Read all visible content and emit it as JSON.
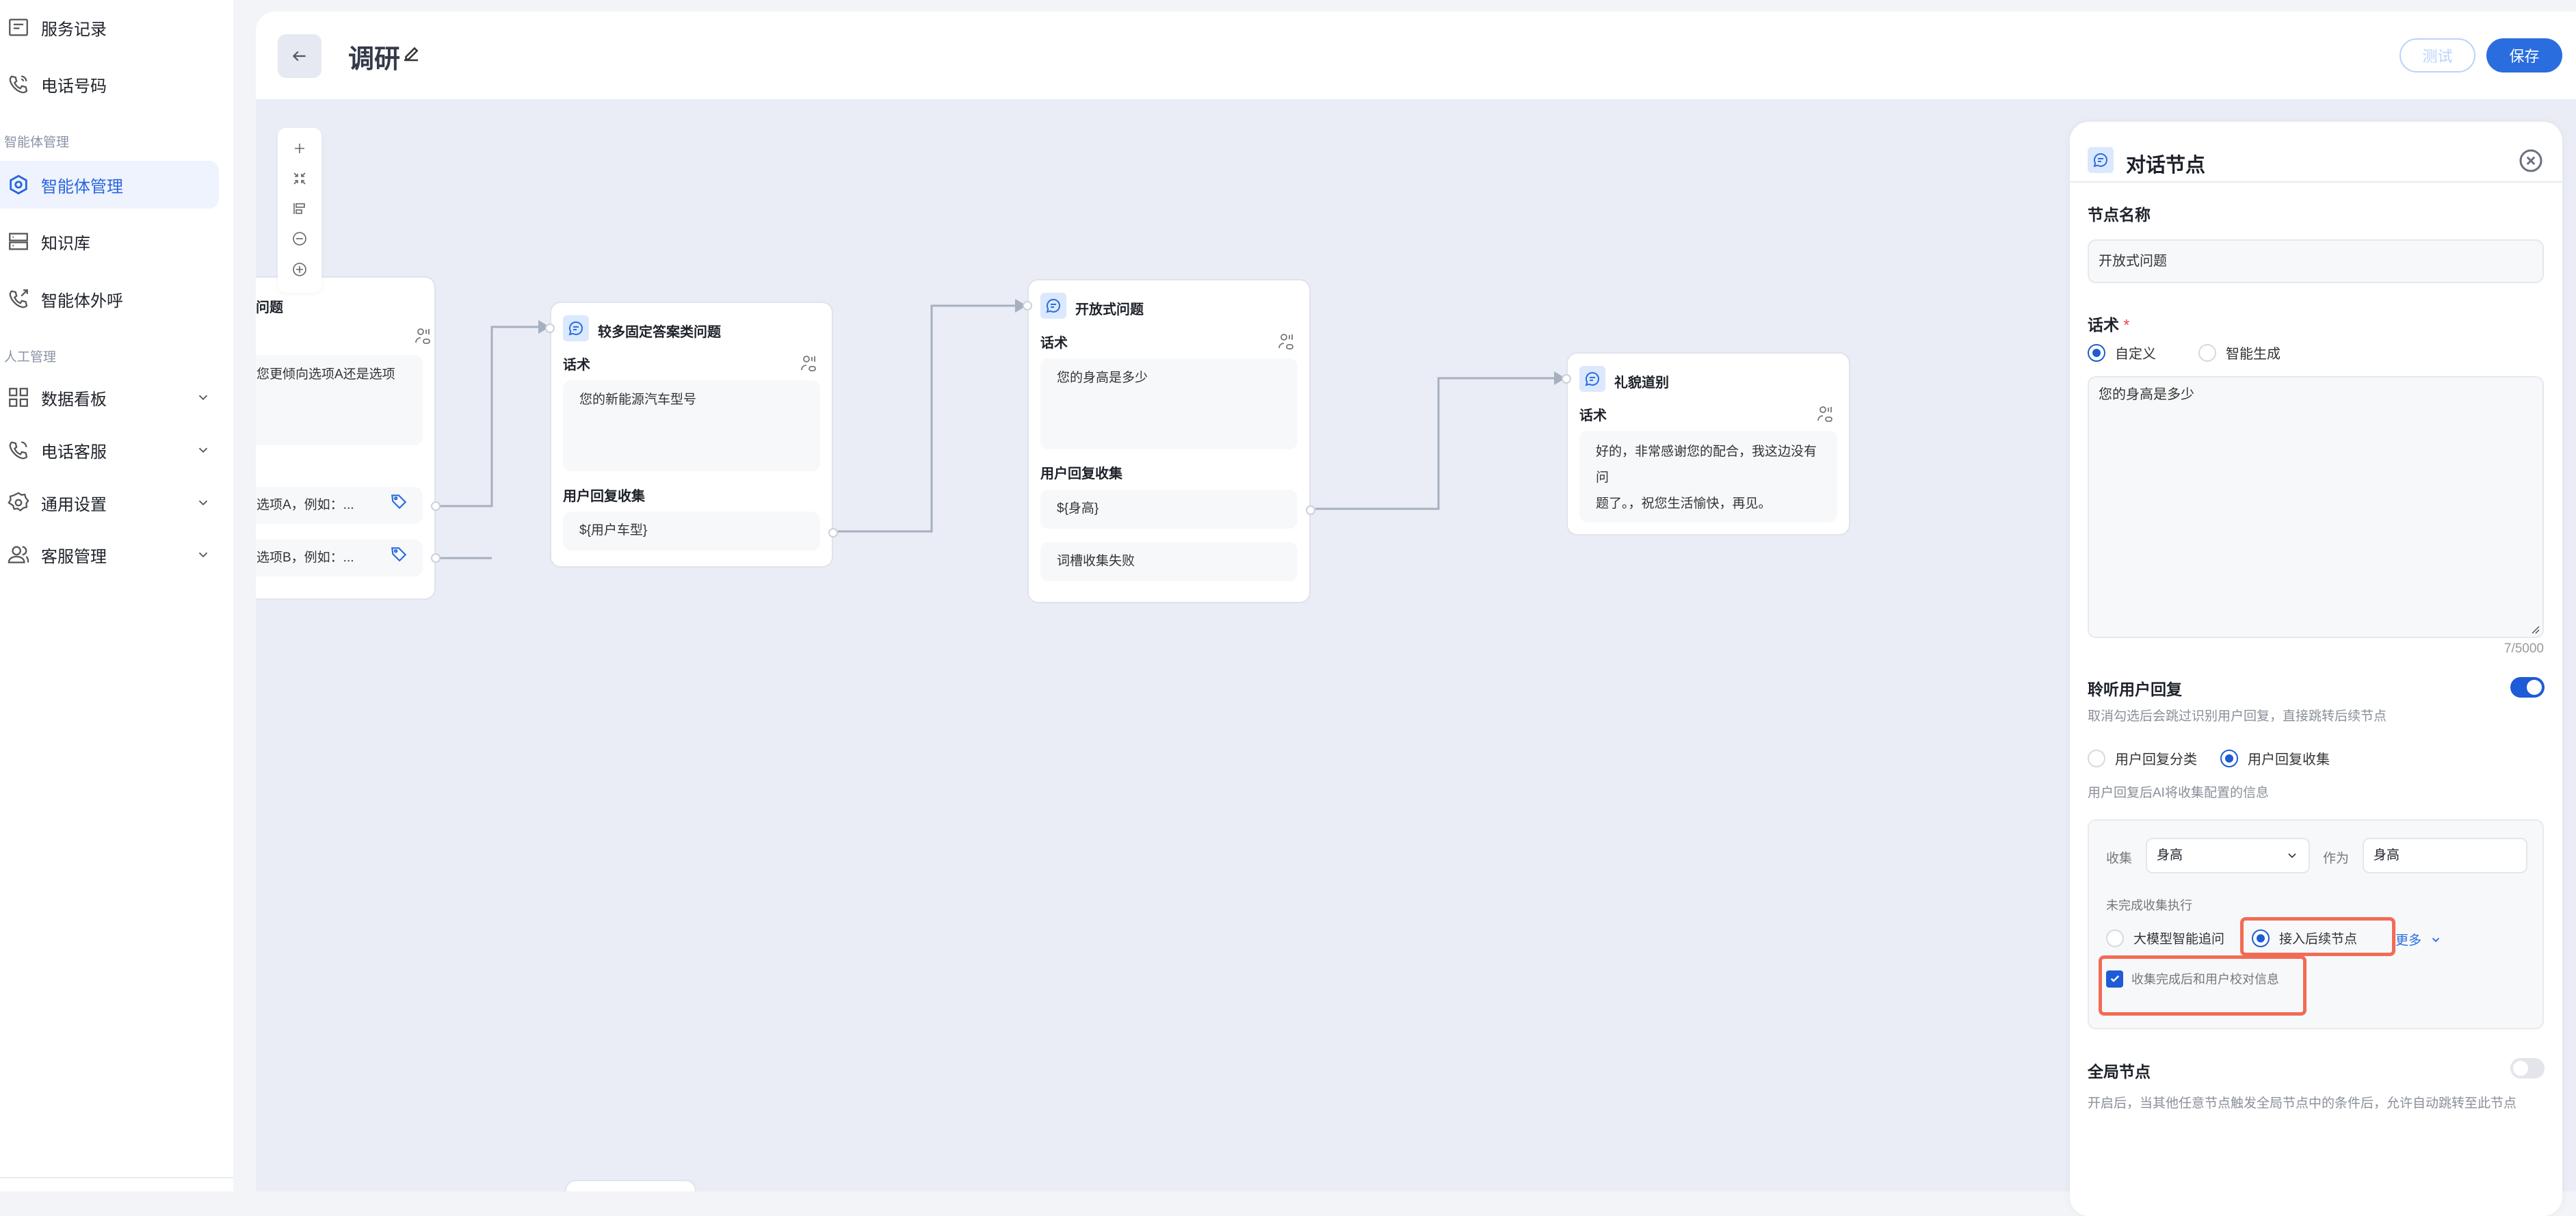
{
  "sidebar": {
    "items": [
      {
        "label": "服务记录",
        "icon": "document-icon"
      },
      {
        "label": "电话号码",
        "icon": "phone-icon"
      },
      {
        "label": "智能体管理",
        "icon": "hexagon-gear-icon",
        "active": true
      },
      {
        "label": "知识库",
        "icon": "database-icon"
      },
      {
        "label": "智能体外呼",
        "icon": "phone-outgoing-icon"
      },
      {
        "label": "数据看板",
        "icon": "grid-icon"
      },
      {
        "label": "电话客服",
        "icon": "phone-icon"
      },
      {
        "label": "通用设置",
        "icon": "gear-icon"
      },
      {
        "label": "客服管理",
        "icon": "users-icon"
      }
    ],
    "sections": [
      "智能体管理",
      "人工管理"
    ]
  },
  "header": {
    "title": "调研",
    "test_label": "测试",
    "save_label": "保存"
  },
  "nodes": [
    {
      "title": "问题",
      "script": "：您更倾向选项A还是选项",
      "branches": [
        "向选项A，例如：...",
        "向选项B，例如：..."
      ]
    },
    {
      "title": "较多固定答案类问题",
      "script_label": "话术",
      "script": "您的新能源汽车型号",
      "collect_label": "用户回复收集",
      "collect": [
        "${用户车型}"
      ]
    },
    {
      "title": "开放式问题",
      "script_label": "话术",
      "script": "您的身高是多少",
      "collect_label": "用户回复收集",
      "collect": [
        "${身高}",
        "词槽收集失败"
      ]
    },
    {
      "title": "礼貌道别",
      "script_label": "话术",
      "script_line1": "好的，非常感谢您的配合，我这边没有问",
      "script_line2": "题了。，祝您生活愉快，再见。"
    }
  ],
  "panel": {
    "title": "对话节点",
    "name_label": "节点名称",
    "name_value": "开放式问题",
    "script_label": "话术",
    "required_mark": "*",
    "script_modes": [
      "自定义",
      "智能生成"
    ],
    "script_value": "您的身高是多少",
    "char_count": "7/5000",
    "listen_label": "聆听用户回复",
    "listen_on": true,
    "listen_desc": "取消勾选后会跳过识别用户回复，直接跳转后续节点",
    "reply_modes": [
      "用户回复分类",
      "用户回复收集"
    ],
    "reply_desc": "用户回复后AI将收集配置的信息",
    "collect_label": "收集",
    "collect_value": "身高",
    "as_label": "作为",
    "as_value": "身高",
    "incomplete_label": "未完成收集执行",
    "incomplete_options": [
      "大模型智能追问",
      "接入后续节点"
    ],
    "more_label": "更多",
    "verify_label": "收集完成后和用户校对信息",
    "verify_checked": true,
    "global_label": "全局节点",
    "global_on": false,
    "global_desc": "开启后，当其他任意节点触发全局节点中的条件后，允许自动跳转至此节点"
  },
  "colors": {
    "primary": "#1e5bd6",
    "highlight": "#f26b55",
    "canvas": "#eaedf5"
  }
}
